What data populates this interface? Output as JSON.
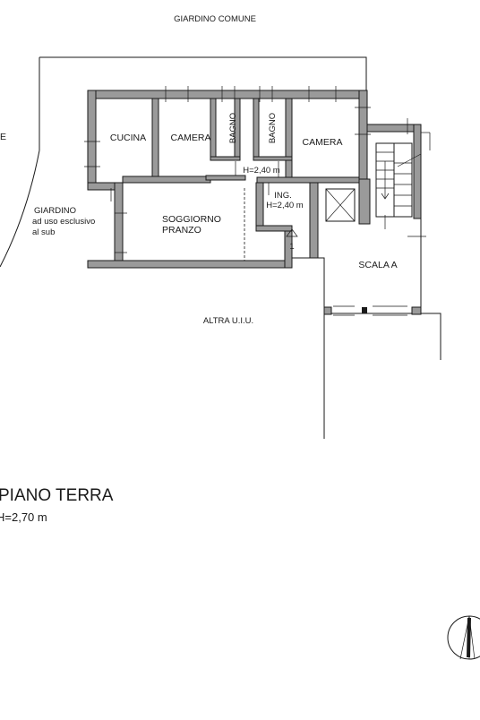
{
  "labels": {
    "garden_common": "GIARDINO COMUNE",
    "left_edge": "E",
    "kitchen": "CUCINA",
    "bedroom_1": "CAMERA",
    "bath_1": "BAGNO",
    "bath_2": "BAGNO",
    "bedroom_2": "CAMERA",
    "height_corridor": "H=2,40 m",
    "entrance": "ING.",
    "height_entrance": "H=2,40 m",
    "garden_line1": "GIARDINO",
    "garden_line2": "ad uso esclusivo",
    "garden_line3": "al sub",
    "living_line1": "SOGGIORNO",
    "living_line2": "PRANZO",
    "entrance_marker": "1",
    "stair": "SCALA A",
    "other_unit": "ALTRA U.I.U.",
    "floor_title": "PIANO TERRA",
    "floor_height": "H=2,70 m"
  },
  "icons": {
    "north_arrow": "north-arrow-icon",
    "elevator": "elevator-shaft-icon"
  }
}
